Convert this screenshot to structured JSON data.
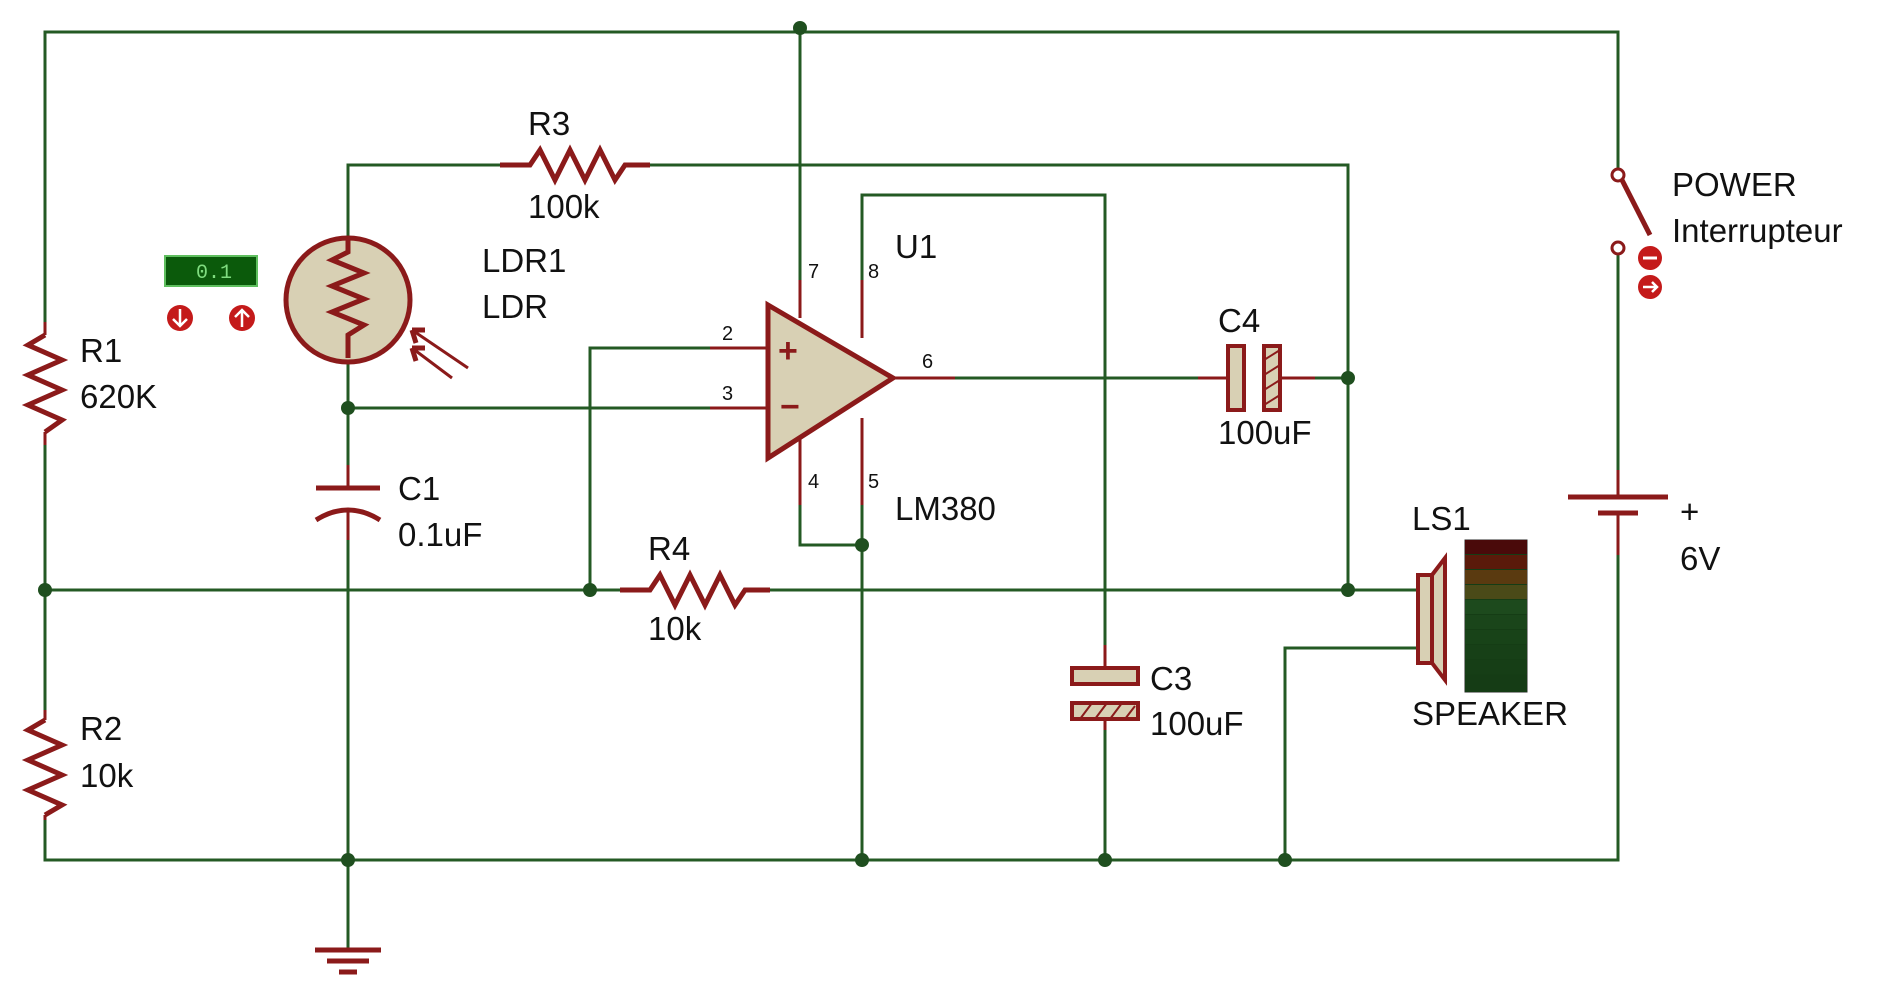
{
  "colors": {
    "wire": "#245a24",
    "component": "#8b1a1a",
    "component_fill": "#d8d0b4",
    "junction": "#1f4f1f",
    "probe_bg": "#0b5a0b",
    "probe_text": "#7fdc7f",
    "probe_button": "#c41a1a",
    "background": "#ffffff"
  },
  "components": {
    "r1": {
      "ref": "R1",
      "value": "620K"
    },
    "r2": {
      "ref": "R2",
      "value": "10k"
    },
    "r3": {
      "ref": "R3",
      "value": "100k"
    },
    "r4": {
      "ref": "R4",
      "value": "10k"
    },
    "ldr1": {
      "ref": "LDR1",
      "value": "LDR"
    },
    "c1": {
      "ref": "C1",
      "value": "0.1uF"
    },
    "c3": {
      "ref": "C3",
      "value": "100uF"
    },
    "c4": {
      "ref": "C4",
      "value": "100uF"
    },
    "u1": {
      "ref": "U1",
      "value": "LM380",
      "pins": {
        "p2": "2",
        "p3": "3",
        "p4": "4",
        "p5": "5",
        "p6": "6",
        "p7": "7",
        "p8": "8"
      },
      "plus_sign": "+",
      "minus_sign": "−"
    },
    "ls1": {
      "ref": "LS1",
      "value": "SPEAKER"
    },
    "sw": {
      "ref": "POWER",
      "value": "Interrupteur"
    },
    "bat": {
      "polarity": "+",
      "value": "6V"
    }
  },
  "probe": {
    "display_value": "0.1",
    "decrease_icon": "down-arrow-icon",
    "increase_icon": "up-arrow-icon"
  }
}
